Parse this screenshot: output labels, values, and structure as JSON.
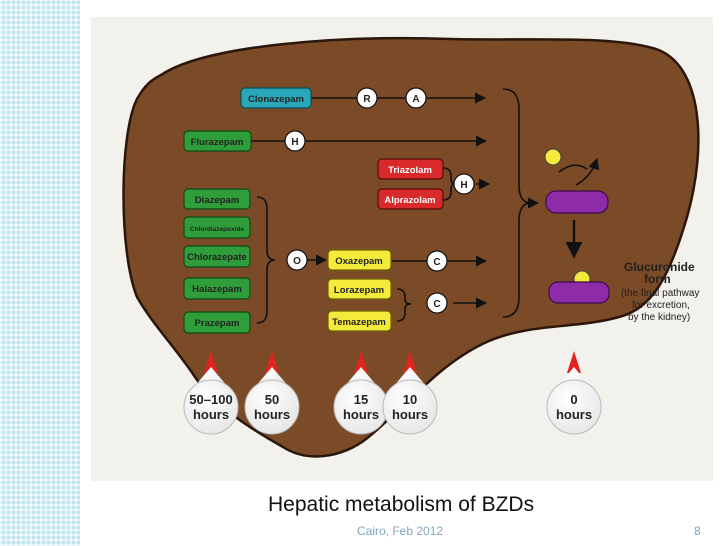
{
  "caption": "Hepatic metabolism of BZDs",
  "footer": {
    "date": "Cairo, Feb 2012",
    "page": "8"
  },
  "drugs": {
    "clonazepam": "Clonazepam",
    "flurazepam": "Flurazepam",
    "triazolam": "Triazolam",
    "alprazolam": "Alprazolam",
    "diazepam": "Diazepam",
    "chlordiazepoxide": "Chlordiazepoxide",
    "chlorazepate": "Chlorazepate",
    "halazepam": "Halazepam",
    "prazepam": "Prazepam",
    "oxazepam": "Oxazepam",
    "lorazepam": "Lorazepam",
    "temazepam": "Temazepam"
  },
  "steps": {
    "r": "R",
    "a": "A",
    "h1": "H",
    "h2": "H",
    "o": "O",
    "c1": "C",
    "c2": "C"
  },
  "glucuronide": {
    "title1": "Glucuronide",
    "title2": "form",
    "desc1": "(the final pathway",
    "desc2": "for excretion,",
    "desc3": "by the kidney)"
  },
  "half_lives": {
    "h1_value": "50–100",
    "h1_unit": "hours",
    "h2_value": "50",
    "h2_unit": "hours",
    "h3_value": "15",
    "h3_unit": "hours",
    "h4_value": "10",
    "h4_unit": "hours",
    "h5_value": "0",
    "h5_unit": "hours"
  },
  "colors": {
    "liver": "#7b4a26",
    "green_box": "#2f9e3a",
    "teal_box": "#2aa7b8",
    "red_box": "#d8292b",
    "yellow_box": "#f3ea3c",
    "purple": "#8e2ba8",
    "marker": "#e0241f"
  }
}
